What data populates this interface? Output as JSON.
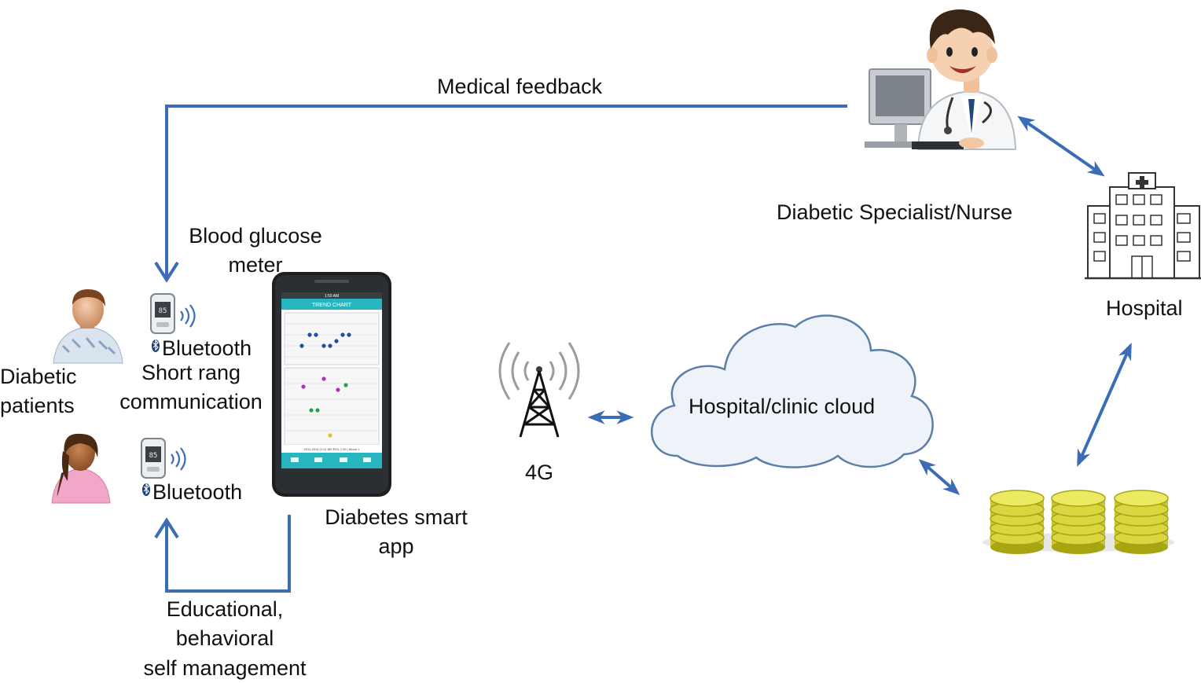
{
  "labels": {
    "medical_feedback": "Medical feedback",
    "blood_glucose_meter": [
      "Blood glucose",
      "meter"
    ],
    "diabetic_patients": [
      "Diabetic",
      "patients"
    ],
    "bluetooth_1": "Bluetooth",
    "short_range": [
      "Short rang",
      "communication"
    ],
    "bluetooth_2": "Bluetooth",
    "diabetes_app": [
      "Diabetes smart",
      "app"
    ],
    "educational": [
      "Educational,",
      "behavioral",
      "self management"
    ],
    "network": "4G",
    "cloud": "Hospital/clinic cloud",
    "specialist": "Diabetic Specialist/Nurse",
    "hospital": "Hospital"
  },
  "phone_screen": {
    "header": "TREND CHART",
    "status_time": "1:50 AM",
    "footer_text": "2011-2014 (1.0) 180 ROL 1.90 | Mood 1"
  },
  "colors": {
    "arrow_blue": "#3a6db5",
    "cloud_fill": "#eef3fa",
    "cloud_stroke": "#5b7fa8",
    "coin_yellow": "#e3e04a",
    "coin_dark": "#a8a512",
    "phone_accent": "#27b6bf"
  }
}
